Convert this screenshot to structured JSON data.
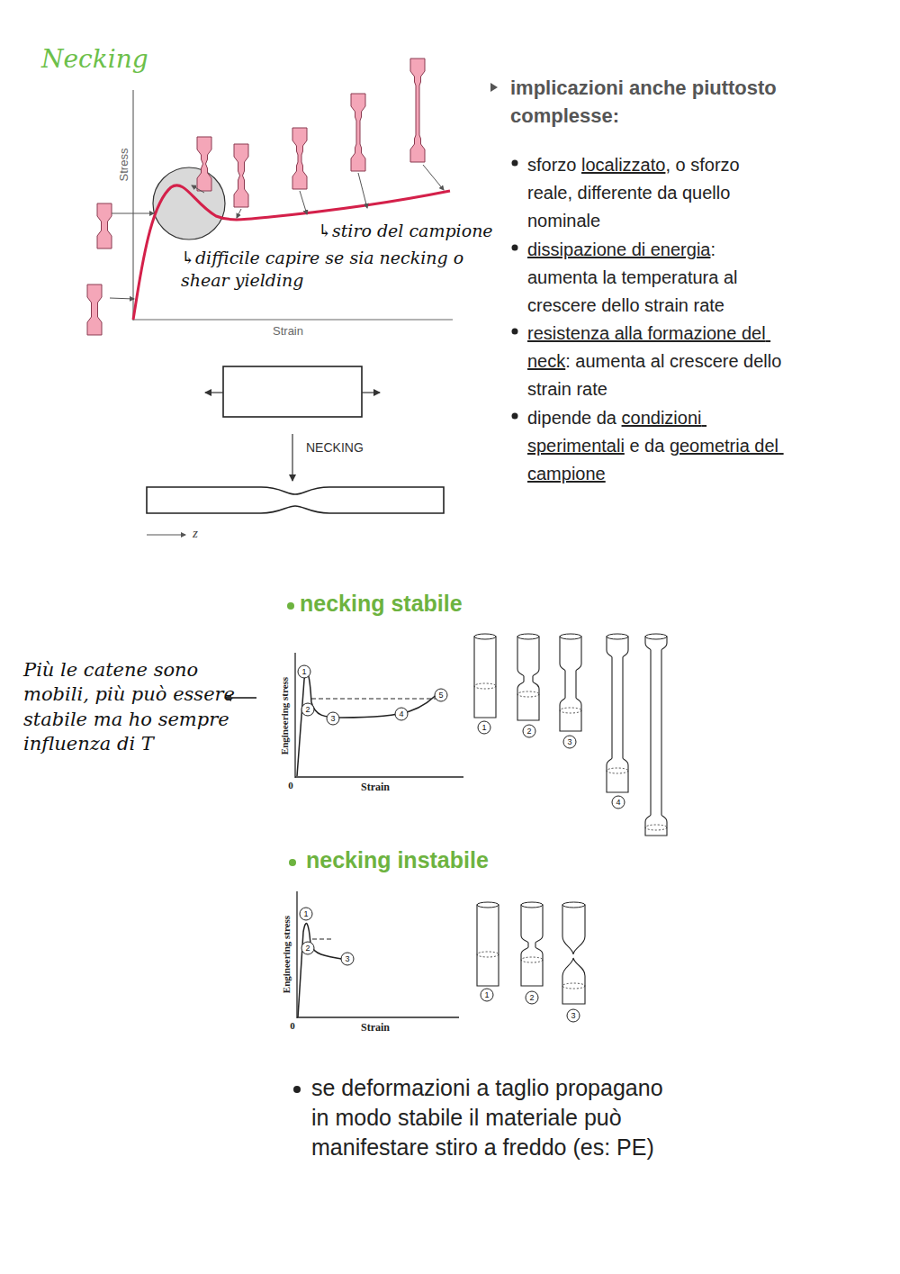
{
  "diagram": {
    "title": "Necking",
    "labels": [
      "implicazioni anche piuttosto complesse:",
      "sforzo ",
      "localizzato",
      ", o sforzo reale, differente da quello nominale",
      "dissipazione di energia",
      ": aumenta la temperatura al crescere dello strain rate",
      "resistenza alla formazione del neck",
      ": aumenta al crescere dello strain rate",
      "dipende da ",
      "condizioni sperimentali",
      " e da ",
      "geometria del campione",
      "Stress",
      "Strain",
      "↳stiro del campione",
      "↳difficile capire se sia necking o shear yielding",
      "NECKING",
      "z",
      "necking stabile",
      "Più le catene sono mobili, più può essere stabile ma ho sempre influenza di T",
      "Engineering stress",
      "0",
      "Strain",
      "1",
      "2",
      "3",
      "4",
      "5",
      "1",
      "2",
      "3",
      "4",
      "necking instabile",
      "Engineering stress",
      "0",
      "Strain",
      "1",
      "2",
      "3",
      "1",
      "2",
      "3",
      "se deformazioni a taglio propagano in modo stabile il materiale può manifestare stiro a freddo (es: PE)"
    ]
  }
}
